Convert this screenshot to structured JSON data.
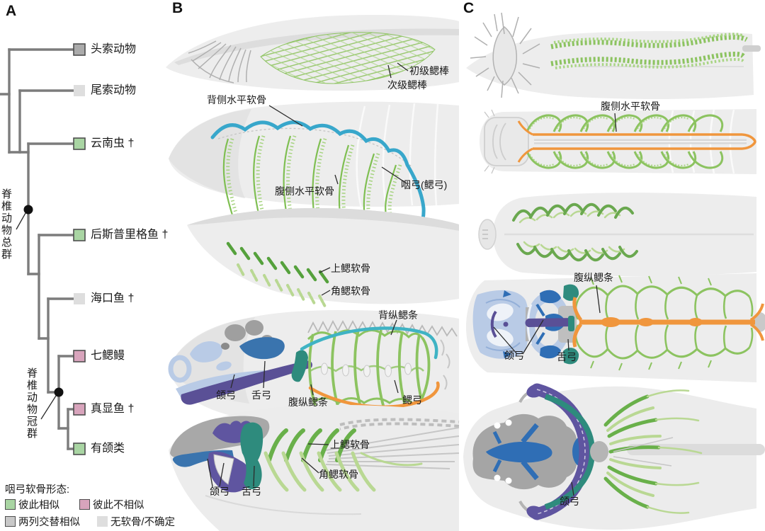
{
  "panels": {
    "a": "A",
    "b": "B",
    "c": "C"
  },
  "tree": {
    "tips": [
      {
        "label": "头索动物",
        "state": "alternating"
      },
      {
        "label": "尾索动物",
        "state": "none_uncertain"
      },
      {
        "label": "云南虫 †",
        "state": "similar"
      },
      {
        "label": "后斯普里格鱼 †",
        "state": "similar"
      },
      {
        "label": "海口鱼 †",
        "state": "none_uncertain"
      },
      {
        "label": "七鳃鳗",
        "state": "dissimilar"
      },
      {
        "label": "真显鱼 †",
        "state": "dissimilar"
      },
      {
        "label": "有颌类",
        "state": "similar"
      }
    ],
    "node_labels": {
      "total_group": "脊椎动物总群",
      "crown_group": "脊椎动物冠群"
    }
  },
  "legend": {
    "title": "咽弓软骨形态:",
    "items": [
      {
        "label": "彼此相似",
        "color": "#a9d5a3",
        "bordered": true
      },
      {
        "label": "彼此不相似",
        "color": "#d8a4bc",
        "bordered": true
      },
      {
        "label": "两列交替相似",
        "color": "#c8c8c8",
        "bordered": true
      },
      {
        "label": "无软骨/不确定",
        "color": "#dedede",
        "bordered": false
      }
    ]
  },
  "panel_b": {
    "amphioxus_primary": "初级鳃棒",
    "amphioxus_secondary": "次级鳃棒",
    "yunnanozoon_dorsal": "背侧水平软骨",
    "yunnanozoon_ventral": "腹侧水平软骨",
    "yunnanozoon_arch": "咽弓(鳃弓)",
    "sprigg_epibranchial": "上鳃软骨",
    "sprigg_ceratobranchial": "角鳃软骨",
    "lamprey_dorsal": "背纵鳃条",
    "lamprey_mandibular": "颌弓",
    "lamprey_hyoid": "舌弓",
    "lamprey_ventral": "腹纵鳃条",
    "lamprey_branchial": "鳃弓",
    "gnath_epibranchial": "上鳃软骨",
    "gnath_ceratobranchial": "角鳃软骨",
    "gnath_mandibular": "颌弓",
    "gnath_hyoid": "舌弓"
  },
  "panel_c": {
    "yunnanozoon_ventral": "腹侧水平软骨",
    "lamprey_ventral": "腹纵鳃条",
    "lamprey_mandibular": "颌弓",
    "lamprey_hyoid": "舌弓",
    "gnath_mandibular": "颌弓"
  },
  "colors": {
    "similar": "#a9d5a3",
    "dissimilar": "#d8a4bc",
    "alternating": "#ababab",
    "none_uncertain": "#dedede",
    "dorsal_rod_blue": "#38a7cb",
    "ventral_rod_orange": "#f0963d",
    "mandibular_purple": "#5a5096",
    "hyoid_teal": "#2e8b7d",
    "branchial_green": "#8cc360",
    "epibranchial_green": "#69b04a",
    "ceratobranchial_green": "#b9d893",
    "cranial_light_blue": "#b9cbe6",
    "rostrum_blue": "#3a74ae",
    "body_gray": "#ededed"
  }
}
